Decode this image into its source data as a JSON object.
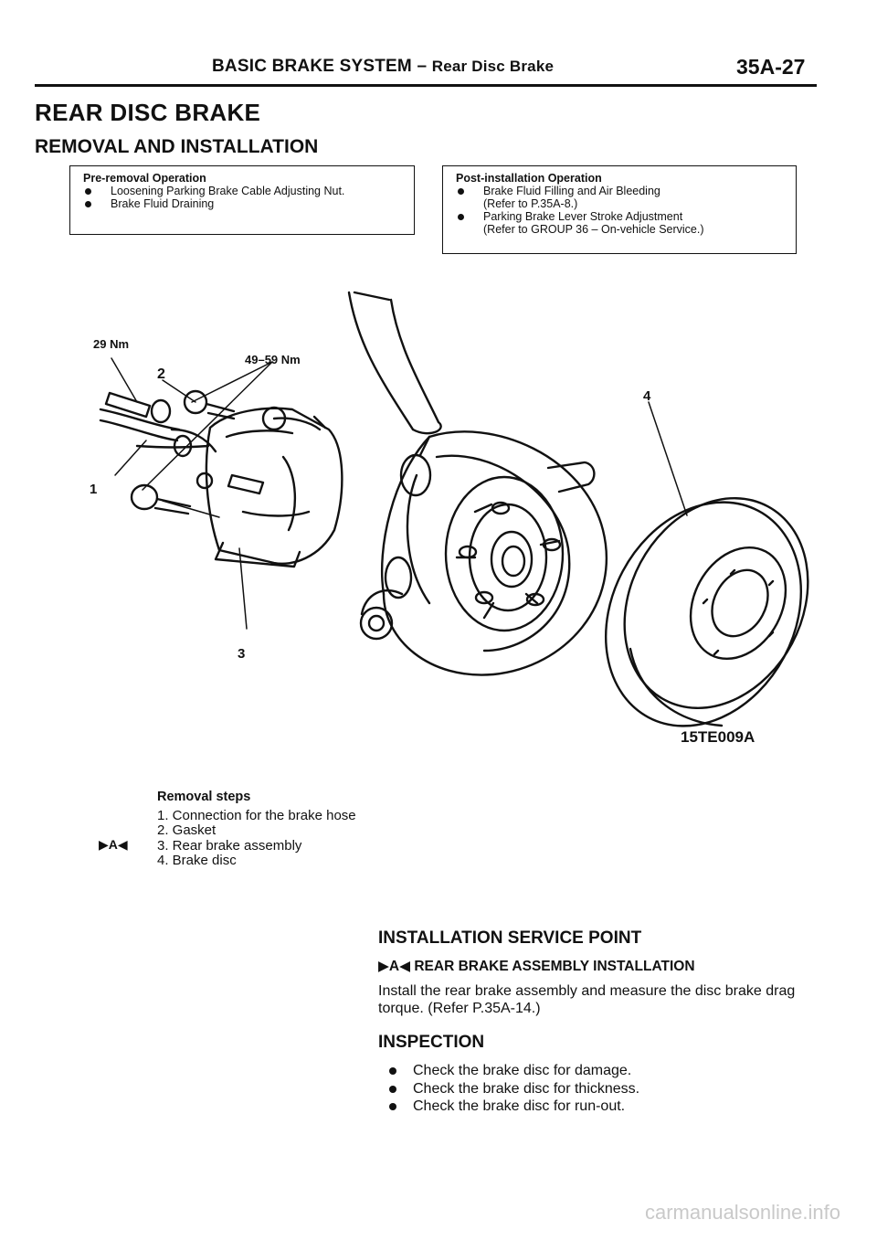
{
  "header": {
    "section": "BASIC BRAKE SYSTEM",
    "dash": "–",
    "subsection": "Rear Disc Brake",
    "page_number": "35A-27"
  },
  "title": "REAR DISC BRAKE",
  "section_title": "REMOVAL AND INSTALLATION",
  "pre_removal": {
    "title": "Pre-removal Operation",
    "items": [
      "Loosening Parking Brake Cable Adjusting Nut.",
      "Brake Fluid Draining"
    ]
  },
  "post_installation": {
    "title": "Post-installation Operation",
    "items": [
      {
        "line1": "Brake Fluid Filling and Air Bleeding",
        "line2": "(Refer to P.35A-8.)"
      },
      {
        "line1": "Parking Brake Lever Stroke Adjustment",
        "line2": "(Refer to GROUP 36 – On-vehicle Service.)"
      }
    ]
  },
  "diagram": {
    "torque_1": "29 Nm",
    "torque_2": "49–59 Nm",
    "callouts": [
      "1",
      "2",
      "3",
      "4"
    ],
    "figure_code": "15TE009A"
  },
  "removal_steps": {
    "title": "Removal steps",
    "steps": [
      "1. Connection for the brake hose",
      "2. Gasket",
      "3. Rear brake assembly",
      "4. Brake disc"
    ],
    "ref_mark": "A"
  },
  "installation_service_point": {
    "title": "INSTALLATION SERVICE POINT",
    "mark": "A",
    "subtitle": "REAR BRAKE ASSEMBLY INSTALLATION",
    "text": "Install the rear brake assembly and measure the disc brake drag torque. (Refer P.35A-14.)"
  },
  "inspection": {
    "title": "INSPECTION",
    "items": [
      "Check the brake disc for damage.",
      "Check the brake disc for thickness.",
      "Check the brake disc for run-out."
    ]
  },
  "watermark": "carmanualsonline.info"
}
